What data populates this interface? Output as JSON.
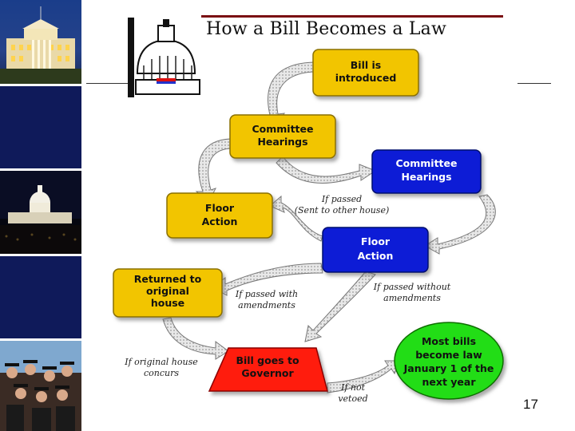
{
  "slide": {
    "title": "How a Bill Becomes a Law",
    "page_number": "17"
  },
  "flow": {
    "bill_introduced": [
      "Bill is",
      "introduced"
    ],
    "committee_hearings_1": [
      "Committee",
      "Hearings"
    ],
    "committee_hearings_2": [
      "Committee",
      "Hearings"
    ],
    "floor_action_1": [
      "Floor",
      "Action"
    ],
    "floor_action_2": [
      "Floor",
      "Action"
    ],
    "returned": [
      "Returned to",
      "original",
      "house"
    ],
    "governor": [
      "Bill goes to",
      "Governor"
    ],
    "most_bills": [
      "Most bills",
      "become law",
      "January  1 of the",
      "next year"
    ]
  },
  "labels": {
    "if_passed": [
      "If passed",
      "(Sent to other house)"
    ],
    "with_amendments": [
      "If passed with",
      "amendments"
    ],
    "without_amendments": [
      "If passed without",
      "amendments"
    ],
    "concurs": [
      "If original house",
      "concurs"
    ],
    "not_vetoed": [
      "If not",
      "vetoed"
    ]
  },
  "colors": {
    "yellow": "#f2c500",
    "blue": "#0a1fd6",
    "red": "#ff1a0a",
    "green": "#22dd18",
    "navy": "#0f1a5a",
    "title_rule": "#7a0d12"
  }
}
